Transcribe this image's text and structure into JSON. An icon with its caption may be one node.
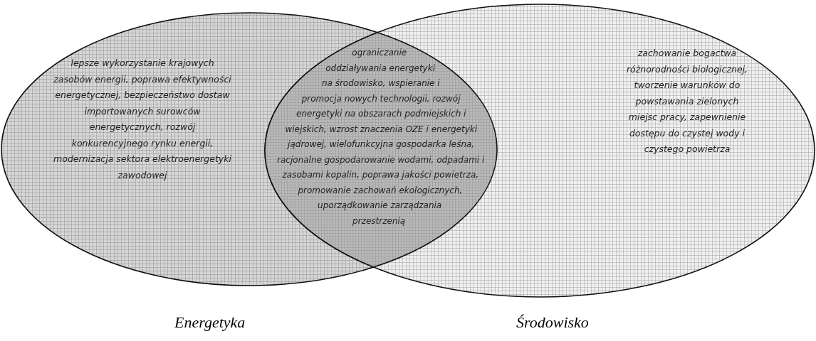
{
  "diagram": {
    "nodes": [
      {
        "text": [
          "lepsze wykorzystanie krajowych zasobów energii, poprawa efektywności energetycznej, bezpieczeństwo dostaw importowanych surowców energetycznych, rozwój konkurencyjnego rynku energii, modernizacja sektora elektroenergetyki zawodowej",
          "Energetyka"
        ]
      },
      {
        "text": [
          "zachowanie bogactwa różnorodności biologicznej, tworzenie warunków do powstawania zielonych miejsc pracy, zapewnienie dostępu do czystej wody i czystego powietrza",
          "Środowisko"
        ]
      },
      {
        "text": [
          "ograniczanie oddziaływania energetyki na środowisko, wspieranie i promocja nowych technologii, rozwój energetyki na obszarach podmiejskich i wiejskich, wzrost znaczenia OZE i energetyki jądrowej, wielofunkcyjna gospodarka leśna, racjonalne gospodarowanie wodami, odpadami i zasobami kopalin, poprawa jakości powietrza, promowanie zachowań ekologicznych, uporządkowanie zarządzania przestrzenią"
        ]
      }
    ]
  }
}
